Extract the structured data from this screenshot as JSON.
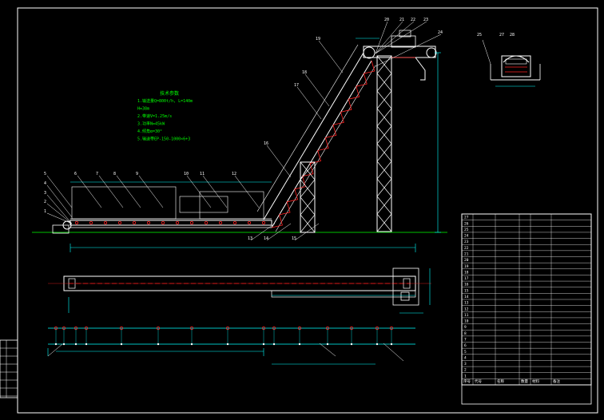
{
  "colors": {
    "background": "#000000",
    "frame": "#ffffff",
    "structure": "#ffffff",
    "dimension": "#00ffff",
    "annotation": "#00ff00",
    "mark": "#ff2020",
    "leader": "#ffffff"
  },
  "callouts": {
    "elevation_view": [
      "1",
      "2",
      "3",
      "4",
      "5",
      "6",
      "7",
      "8",
      "9",
      "10",
      "11",
      "12",
      "13",
      "14",
      "15",
      "16",
      "17",
      "18",
      "19",
      "20",
      "21",
      "22",
      "23",
      "24"
    ],
    "side_detail": [
      "25",
      "27",
      "28"
    ]
  },
  "notes": {
    "title": "技术参数",
    "lines": [
      "1.输送量Q=800t/h, L=140m",
      "   H=38m",
      "2.带速V=1.25m/s",
      "3.功率N=45kW",
      "4.倾角α=30°",
      "5.输送带EP-150-1000×6+3"
    ]
  },
  "bom": {
    "header": [
      "序号",
      "代号",
      "名称",
      "数量",
      "材料",
      "备注"
    ],
    "row_numbers": [
      "27",
      "26",
      "25",
      "24",
      "23",
      "22",
      "21",
      "20",
      "19",
      "18",
      "17",
      "16",
      "15",
      "14",
      "13",
      "12",
      "11",
      "10",
      "9",
      "8",
      "7",
      "6",
      "5",
      "4",
      "3",
      "2",
      "1"
    ],
    "footer": [
      "序号",
      "代号",
      "名称",
      "数量",
      "材料",
      "备注"
    ]
  },
  "legend_left": {
    "rows": [
      "",
      "",
      "",
      "",
      "",
      "",
      ""
    ]
  }
}
